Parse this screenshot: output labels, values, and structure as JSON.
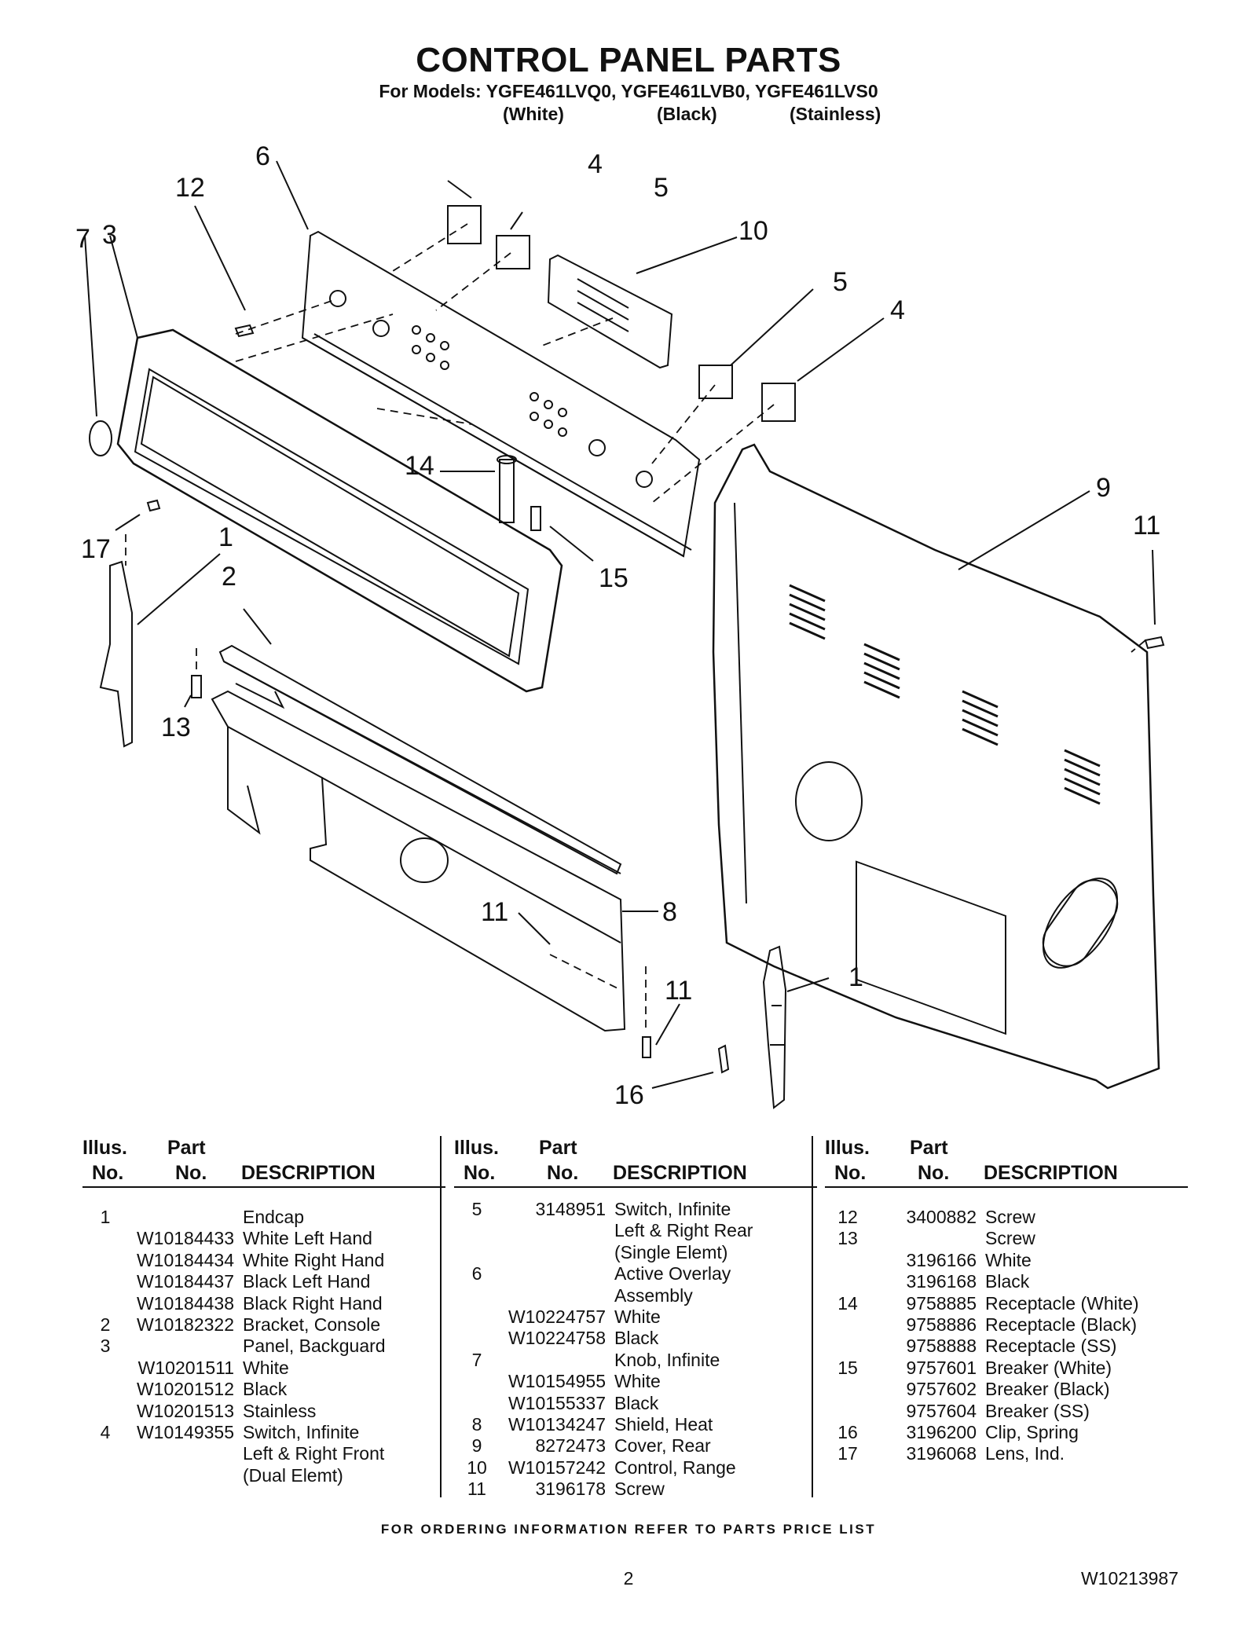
{
  "header": {
    "title": "CONTROL PANEL PARTS",
    "subtitle": "For Models: YGFE461LVQ0, YGFE461LVB0, YGFE461LVS0",
    "color_white": "(White)",
    "color_black": "(Black)",
    "color_stainless": "(Stainless)"
  },
  "callouts": {
    "c6": "6",
    "c4a": "4",
    "c5a": "5",
    "c12": "12",
    "c7": "7",
    "c3": "3",
    "c10": "10",
    "c5b": "5",
    "c4b": "4",
    "c14": "14",
    "c9": "9",
    "c11a": "11",
    "c17": "17",
    "c1a": "1",
    "c2": "2",
    "c15": "15",
    "c13": "13",
    "c11b": "11",
    "c8": "8",
    "c11c": "11",
    "c1b": "1",
    "c16": "16"
  },
  "table_headers": {
    "illus_line1": "Illus.",
    "illus_line2": "No.",
    "part_line1": "Part",
    "part_line2": "No.",
    "description": "DESCRIPTION"
  },
  "parts_columns": [
    [
      {
        "illus": "1",
        "part": "",
        "desc": "Endcap"
      },
      {
        "illus": "",
        "part": "W10184433",
        "desc": "White Left Hand"
      },
      {
        "illus": "",
        "part": "W10184434",
        "desc": "White Right Hand"
      },
      {
        "illus": "",
        "part": "W10184437",
        "desc": "Black Left Hand"
      },
      {
        "illus": "",
        "part": "W10184438",
        "desc": "Black Right Hand"
      },
      {
        "illus": "2",
        "part": "W10182322",
        "desc": "Bracket, Console"
      },
      {
        "illus": "3",
        "part": "",
        "desc": "Panel, Backguard"
      },
      {
        "illus": "",
        "part": "W10201511",
        "desc": "White"
      },
      {
        "illus": "",
        "part": "W10201512",
        "desc": "Black"
      },
      {
        "illus": "",
        "part": "W10201513",
        "desc": "Stainless"
      },
      {
        "illus": "4",
        "part": "W10149355",
        "desc": "Switch, Infinite"
      },
      {
        "illus": "",
        "part": "",
        "desc": "Left & Right Front"
      },
      {
        "illus": "",
        "part": "",
        "desc": "(Dual Elemt)"
      }
    ],
    [
      {
        "illus": "5",
        "part": "3148951",
        "desc": "Switch, Infinite"
      },
      {
        "illus": "",
        "part": "",
        "desc": "Left & Right Rear"
      },
      {
        "illus": "",
        "part": "",
        "desc": "(Single Elemt)"
      },
      {
        "illus": "6",
        "part": "",
        "desc": "Active Overlay"
      },
      {
        "illus": "",
        "part": "",
        "desc": "Assembly"
      },
      {
        "illus": "",
        "part": "W10224757",
        "desc": "White"
      },
      {
        "illus": "",
        "part": "W10224758",
        "desc": "Black"
      },
      {
        "illus": "7",
        "part": "",
        "desc": "Knob, Infinite"
      },
      {
        "illus": "",
        "part": "W10154955",
        "desc": "White"
      },
      {
        "illus": "",
        "part": "W10155337",
        "desc": "Black"
      },
      {
        "illus": "8",
        "part": "W10134247",
        "desc": "Shield, Heat"
      },
      {
        "illus": "9",
        "part": "8272473",
        "desc": "Cover, Rear"
      },
      {
        "illus": "10",
        "part": "W10157242",
        "desc": "Control, Range"
      },
      {
        "illus": "11",
        "part": "3196178",
        "desc": "Screw"
      }
    ],
    [
      {
        "illus": "12",
        "part": "3400882",
        "desc": "Screw"
      },
      {
        "illus": "13",
        "part": "",
        "desc": "Screw"
      },
      {
        "illus": "",
        "part": "3196166",
        "desc": "White"
      },
      {
        "illus": "",
        "part": "3196168",
        "desc": "Black"
      },
      {
        "illus": "14",
        "part": "9758885",
        "desc": "Receptacle (White)"
      },
      {
        "illus": "",
        "part": "9758886",
        "desc": "Receptacle (Black)"
      },
      {
        "illus": "",
        "part": "9758888",
        "desc": "Receptacle (SS)"
      },
      {
        "illus": "15",
        "part": "9757601",
        "desc": "Breaker (White)"
      },
      {
        "illus": "",
        "part": "9757602",
        "desc": "Breaker (Black)"
      },
      {
        "illus": "",
        "part": "9757604",
        "desc": "Breaker (SS)"
      },
      {
        "illus": "16",
        "part": "3196200",
        "desc": "Clip, Spring"
      },
      {
        "illus": "17",
        "part": "3196068",
        "desc": "Lens, Ind."
      }
    ]
  ],
  "footer": {
    "ordering_note": "FOR ORDERING INFORMATION REFER TO PARTS PRICE LIST",
    "page_number": "2",
    "document_number": "W10213987"
  }
}
